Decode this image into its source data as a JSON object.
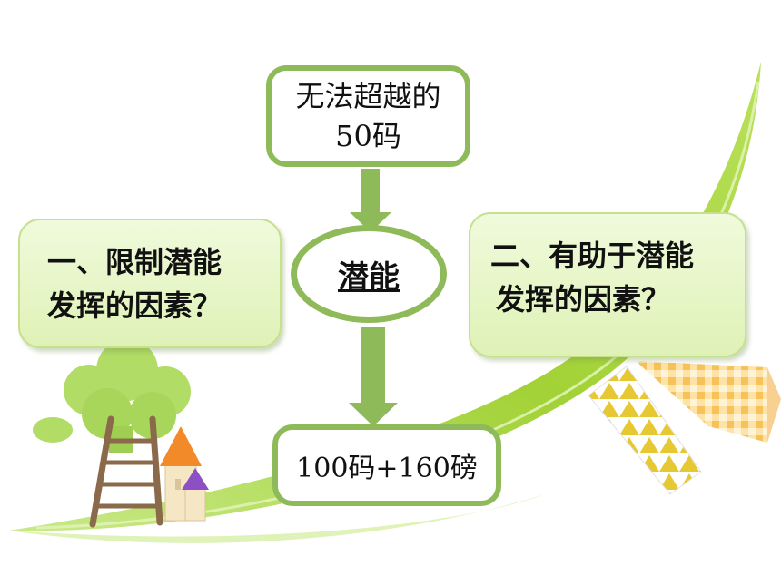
{
  "diagram": {
    "top_box": {
      "line1": "无法超越的",
      "line2": "50码"
    },
    "center": {
      "label": "潜能"
    },
    "bottom_box": {
      "text": "100码+160磅"
    },
    "left_bubble": {
      "line1": "一、限制潜能",
      "line2": "发挥的因素？"
    },
    "right_bubble": {
      "line1": "二、有助于潜能",
      "line2": "发挥的因素？"
    }
  },
  "colors": {
    "box_border": "#8fba5a",
    "arrow": "#8fba5a",
    "bubble_fill": "#e4f5c3",
    "leaf_green": "#a7d63a"
  }
}
